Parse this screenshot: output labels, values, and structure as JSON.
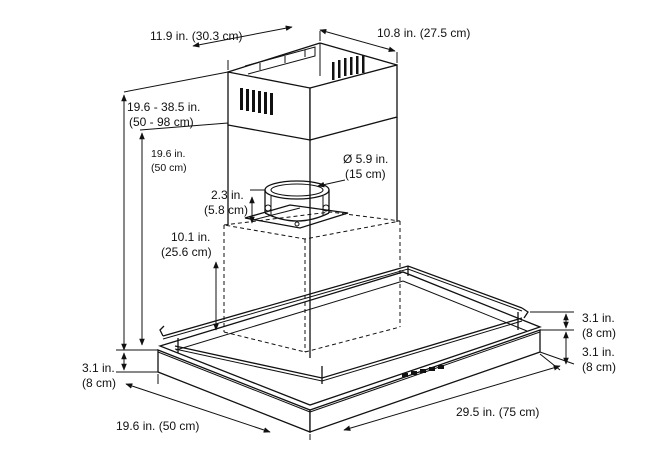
{
  "dims": {
    "chimney_width": "11.9 in. (30.3 cm)",
    "chimney_depth": "10.8 in. (27.5 cm)",
    "total_height_in": "19.6 - 38.5 in.",
    "total_height_cm": "(50 - 98 cm)",
    "chimney_height_in": "19.6 in.",
    "chimney_height_cm": "(50 cm)",
    "duct_diameter_in": "Ø 5.9 in.",
    "duct_diameter_cm": "(15 cm)",
    "collar_height_in": "2.3 in.",
    "collar_height_cm": "(5.8 cm)",
    "box_height_in": "10.1 in.",
    "box_height_cm": "(25.6 cm)",
    "rail_height_in": "3.1 in.",
    "rail_height_cm": "(8 cm)",
    "canopy_height_right_in": "3.1 in.",
    "canopy_height_right_cm": "(8 cm)",
    "canopy_height_left_in": "3.1 in.",
    "canopy_height_left_cm": "(8 cm)",
    "canopy_depth": "19.6 in. (50 cm)",
    "canopy_width": "29.5 in. (75 cm)"
  }
}
